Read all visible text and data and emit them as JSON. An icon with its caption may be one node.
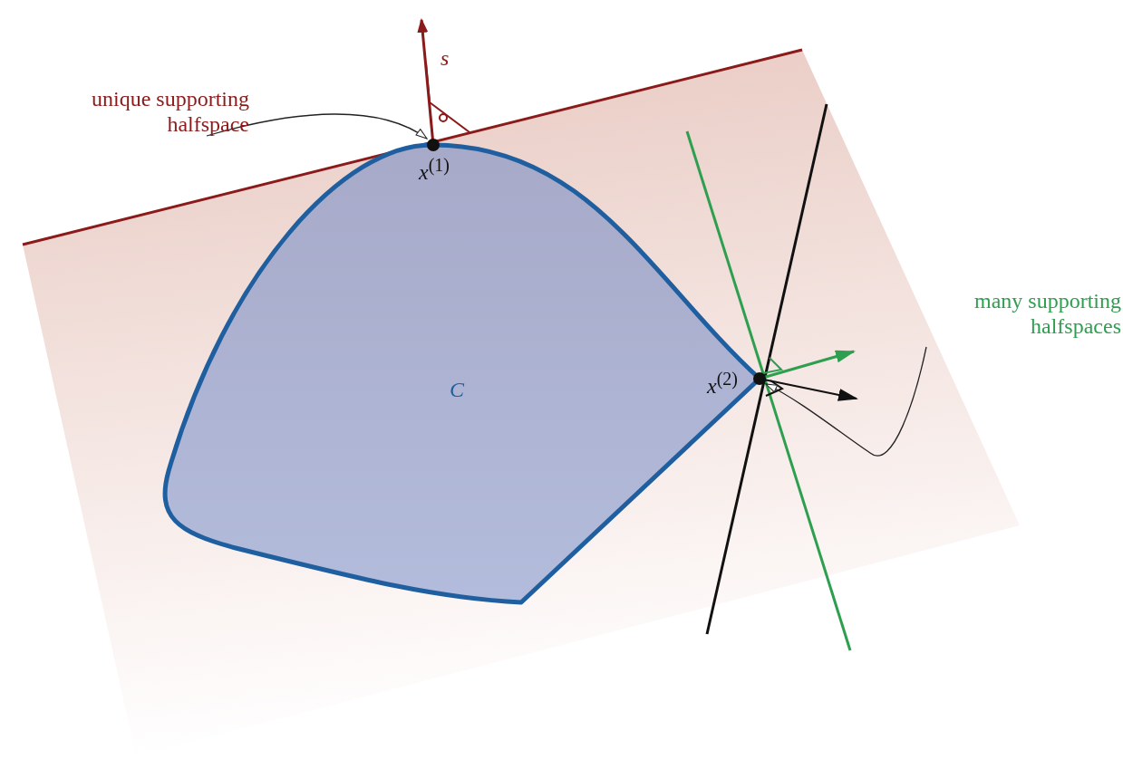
{
  "diagram": {
    "nodes": [
      {
        "text": [
          "unique supporting halfspace"
        ]
      },
      {
        "text": [
          "many supporting halfspaces"
        ]
      },
      {
        "text": [],
        "shape": "circle"
      },
      {
        "text": [],
        "shape": "circle"
      }
    ],
    "edges": [
      {
        "from": 0,
        "to": 2,
        "arrow": "to"
      },
      {
        "from": 1,
        "to": 3,
        "arrow": "to"
      }
    ],
    "labels": [
      "*s*",
      "*x*$^{(1)}$",
      "*C*",
      "*x*$^{(2)}$"
    ]
  }
}
